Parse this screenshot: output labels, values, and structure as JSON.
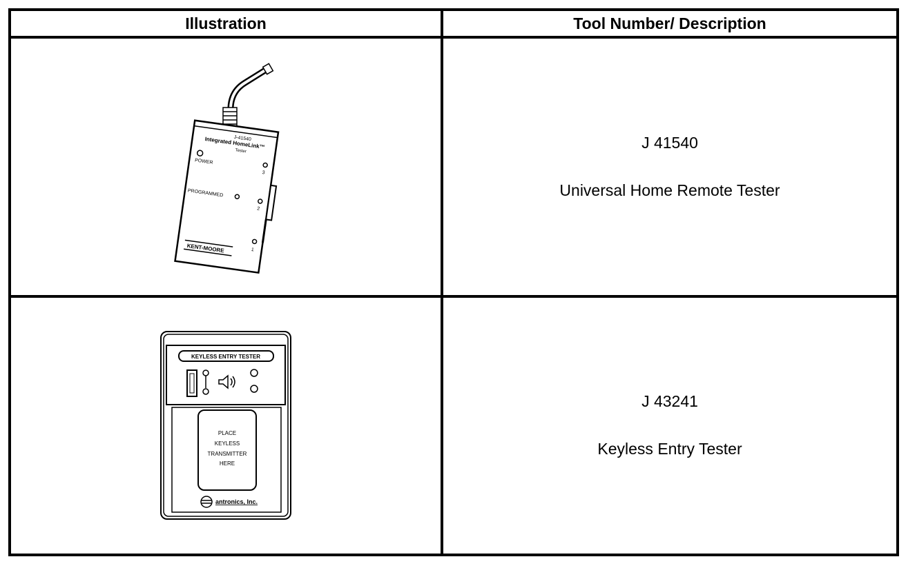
{
  "table": {
    "headers": {
      "illustration": "Illustration",
      "tool": "Tool Number/ Description"
    },
    "rows": [
      {
        "tool_number": "J 41540",
        "description": "Universal Home Remote Tester",
        "illustration": {
          "model": "J-41540",
          "title": "Integrated HomeLink™",
          "subtitle": "Tester",
          "power": "POWER",
          "programmed": "PROGRAMMED",
          "button_3": "3",
          "button_2": "2",
          "button_1": "1",
          "brand": "KENT-MOORE"
        }
      },
      {
        "tool_number": "J 43241",
        "description": "Keyless Entry Tester",
        "illustration": {
          "banner": "KEYLESS ENTRY TESTER",
          "place_line1": "PLACE",
          "place_line2": "KEYLESS",
          "place_line3": "TRANSMITTER",
          "place_line4": "HERE",
          "brand": "antronics, Inc."
        }
      }
    ]
  }
}
